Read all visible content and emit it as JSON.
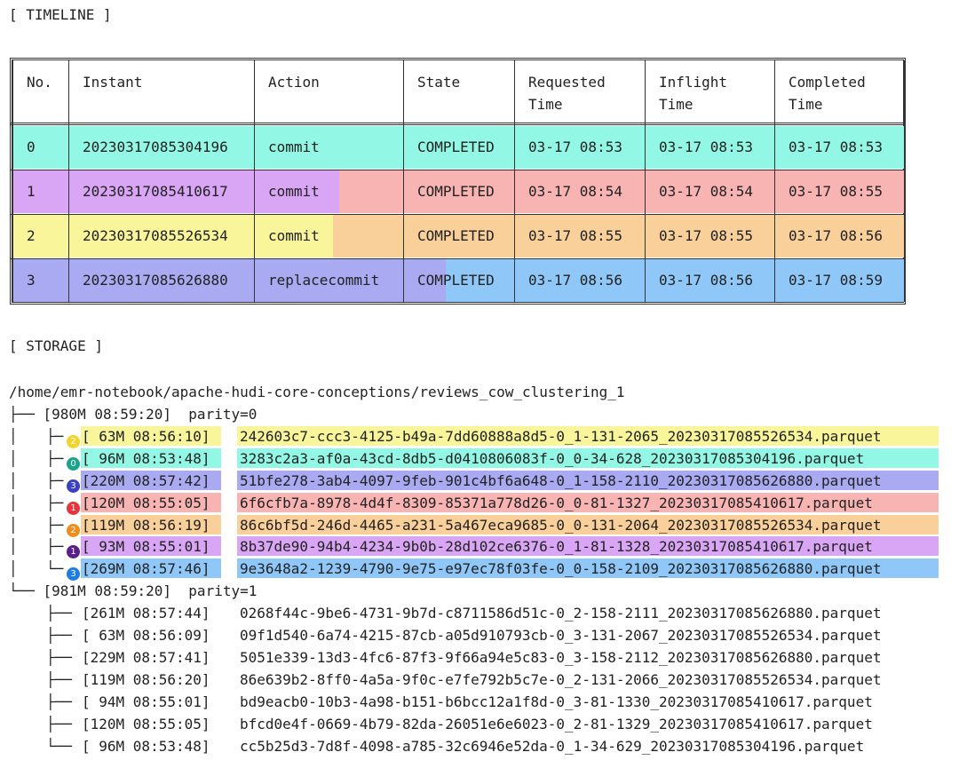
{
  "timeline": {
    "title": "[ TIMELINE ]",
    "headers": [
      {
        "line1": "No.",
        "line2": ""
      },
      {
        "line1": "Instant",
        "line2": ""
      },
      {
        "line1": "Action",
        "line2": ""
      },
      {
        "line1": "State",
        "line2": ""
      },
      {
        "line1": "Requested",
        "line2": "Time"
      },
      {
        "line1": "Inflight",
        "line2": "Time"
      },
      {
        "line1": "Completed",
        "line2": "Time"
      }
    ],
    "rows": [
      {
        "no": "0",
        "instant": "20230317085304196",
        "action": "commit",
        "state": "COMPLETED",
        "requested": "03-17 08:53",
        "inflight": "03-17 08:53",
        "completed": "03-17 08:53"
      },
      {
        "no": "1",
        "instant": "20230317085410617",
        "action": "commit",
        "state": "COMPLETED",
        "requested": "03-17 08:54",
        "inflight": "03-17 08:54",
        "completed": "03-17 08:55"
      },
      {
        "no": "2",
        "instant": "20230317085526534",
        "action": "commit",
        "state": "COMPLETED",
        "requested": "03-17 08:55",
        "inflight": "03-17 08:55",
        "completed": "03-17 08:56"
      },
      {
        "no": "3",
        "instant": "20230317085626880",
        "action": "replacecommit",
        "state": "COMPLETED",
        "requested": "03-17 08:56",
        "inflight": "03-17 08:56",
        "completed": "03-17 08:59"
      }
    ]
  },
  "storage": {
    "title": "[ STORAGE ]",
    "path": "/home/emr-notebook/apache-hudi-core-conceptions/reviews_cow_clustering_1",
    "partitions": [
      {
        "prefix": "├── ",
        "meta": "[980M 08:59:20]",
        "name": "parity=0",
        "files": [
          {
            "branch": "├─",
            "badge": "2",
            "meta": "[ 63M 08:56:10]",
            "file": "242603c7-ccc3-4125-b49a-7dd60888a8d5-0_1-131-2065_20230317085526534.parquet"
          },
          {
            "branch": "├─",
            "badge": "0",
            "meta": "[ 96M 08:53:48]",
            "file": "3283c2a3-af0a-43cd-8db5-d0410806083f-0_0-34-628_20230317085304196.parquet"
          },
          {
            "branch": "├─",
            "badge": "3",
            "meta": "[220M 08:57:42]",
            "file": "51bfe278-3ab4-4097-9feb-901c4bf6a648-0_1-158-2110_20230317085626880.parquet"
          },
          {
            "branch": "├─",
            "badge": "1",
            "meta": "[120M 08:55:05]",
            "file": "6f6cfb7a-8978-4d4f-8309-85371a778d26-0_0-81-1327_20230317085410617.parquet"
          },
          {
            "branch": "├─",
            "badge": "2",
            "meta": "[119M 08:56:19]",
            "file": "86c6bf5d-246d-4465-a231-5a467eca9685-0_0-131-2064_20230317085526534.parquet"
          },
          {
            "branch": "├─",
            "badge": "1",
            "meta": "[ 93M 08:55:01]",
            "file": "8b37de90-94b4-4234-9b0b-28d102ce6376-0_1-81-1328_20230317085410617.parquet"
          },
          {
            "branch": "└─",
            "badge": "3",
            "meta": "[269M 08:57:46]",
            "file": "9e3648a2-1239-4790-9e75-e97ec78f03fe-0_0-158-2109_20230317085626880.parquet"
          }
        ]
      },
      {
        "prefix": "└── ",
        "meta": "[981M 08:59:20]",
        "name": "parity=1",
        "files": [
          {
            "branch": "├── ",
            "meta": "[261M 08:57:44]",
            "file": "0268f44c-9be6-4731-9b7d-c8711586d51c-0_2-158-2111_20230317085626880.parquet"
          },
          {
            "branch": "├── ",
            "meta": "[ 63M 08:56:09]",
            "file": "09f1d540-6a74-4215-87cb-a05d910793cb-0_3-131-2067_20230317085526534.parquet"
          },
          {
            "branch": "├── ",
            "meta": "[229M 08:57:41]",
            "file": "5051e339-13d3-4fc6-87f3-9f66a94e5c83-0_3-158-2112_20230317085626880.parquet"
          },
          {
            "branch": "├── ",
            "meta": "[119M 08:56:20]",
            "file": "86e639b2-8ff0-4a5a-9f0c-e7fe792b5c7e-0_2-131-2066_20230317085526534.parquet"
          },
          {
            "branch": "├── ",
            "meta": "[ 94M 08:55:01]",
            "file": "bd9eacb0-10b3-4a98-b151-b6bcc12a1f8d-0_3-81-1330_20230317085410617.parquet"
          },
          {
            "branch": "├── ",
            "meta": "[120M 08:55:05]",
            "file": "bfcd0e4f-0669-4b79-82da-26051e6e6023-0_2-81-1329_20230317085410617.parquet"
          },
          {
            "branch": "└── ",
            "meta": "[ 96M 08:53:48]",
            "file": "cc5b25d3-7d8f-4098-a785-32c6946e52da-0_1-34-629_20230317085304196.parquet"
          }
        ]
      }
    ]
  },
  "colors": {
    "instant0": "#92f7e4",
    "instant1": "#d9a6f5",
    "instant1_completed": "#f8b3b3",
    "instant2": "#f8f59a",
    "instant2_completed": "#f9cf9a",
    "instant3": "#a9aaf2",
    "instant3_completed": "#8fc8f8",
    "badge0": "#1aa58a",
    "badge1_a": "#e8343a",
    "badge1_b": "#5b1f8c",
    "badge2_a": "#f2d52a",
    "badge2_b": "#f08c1a",
    "badge3_a": "#3a3fc5",
    "badge3_b": "#1d7de0"
  }
}
